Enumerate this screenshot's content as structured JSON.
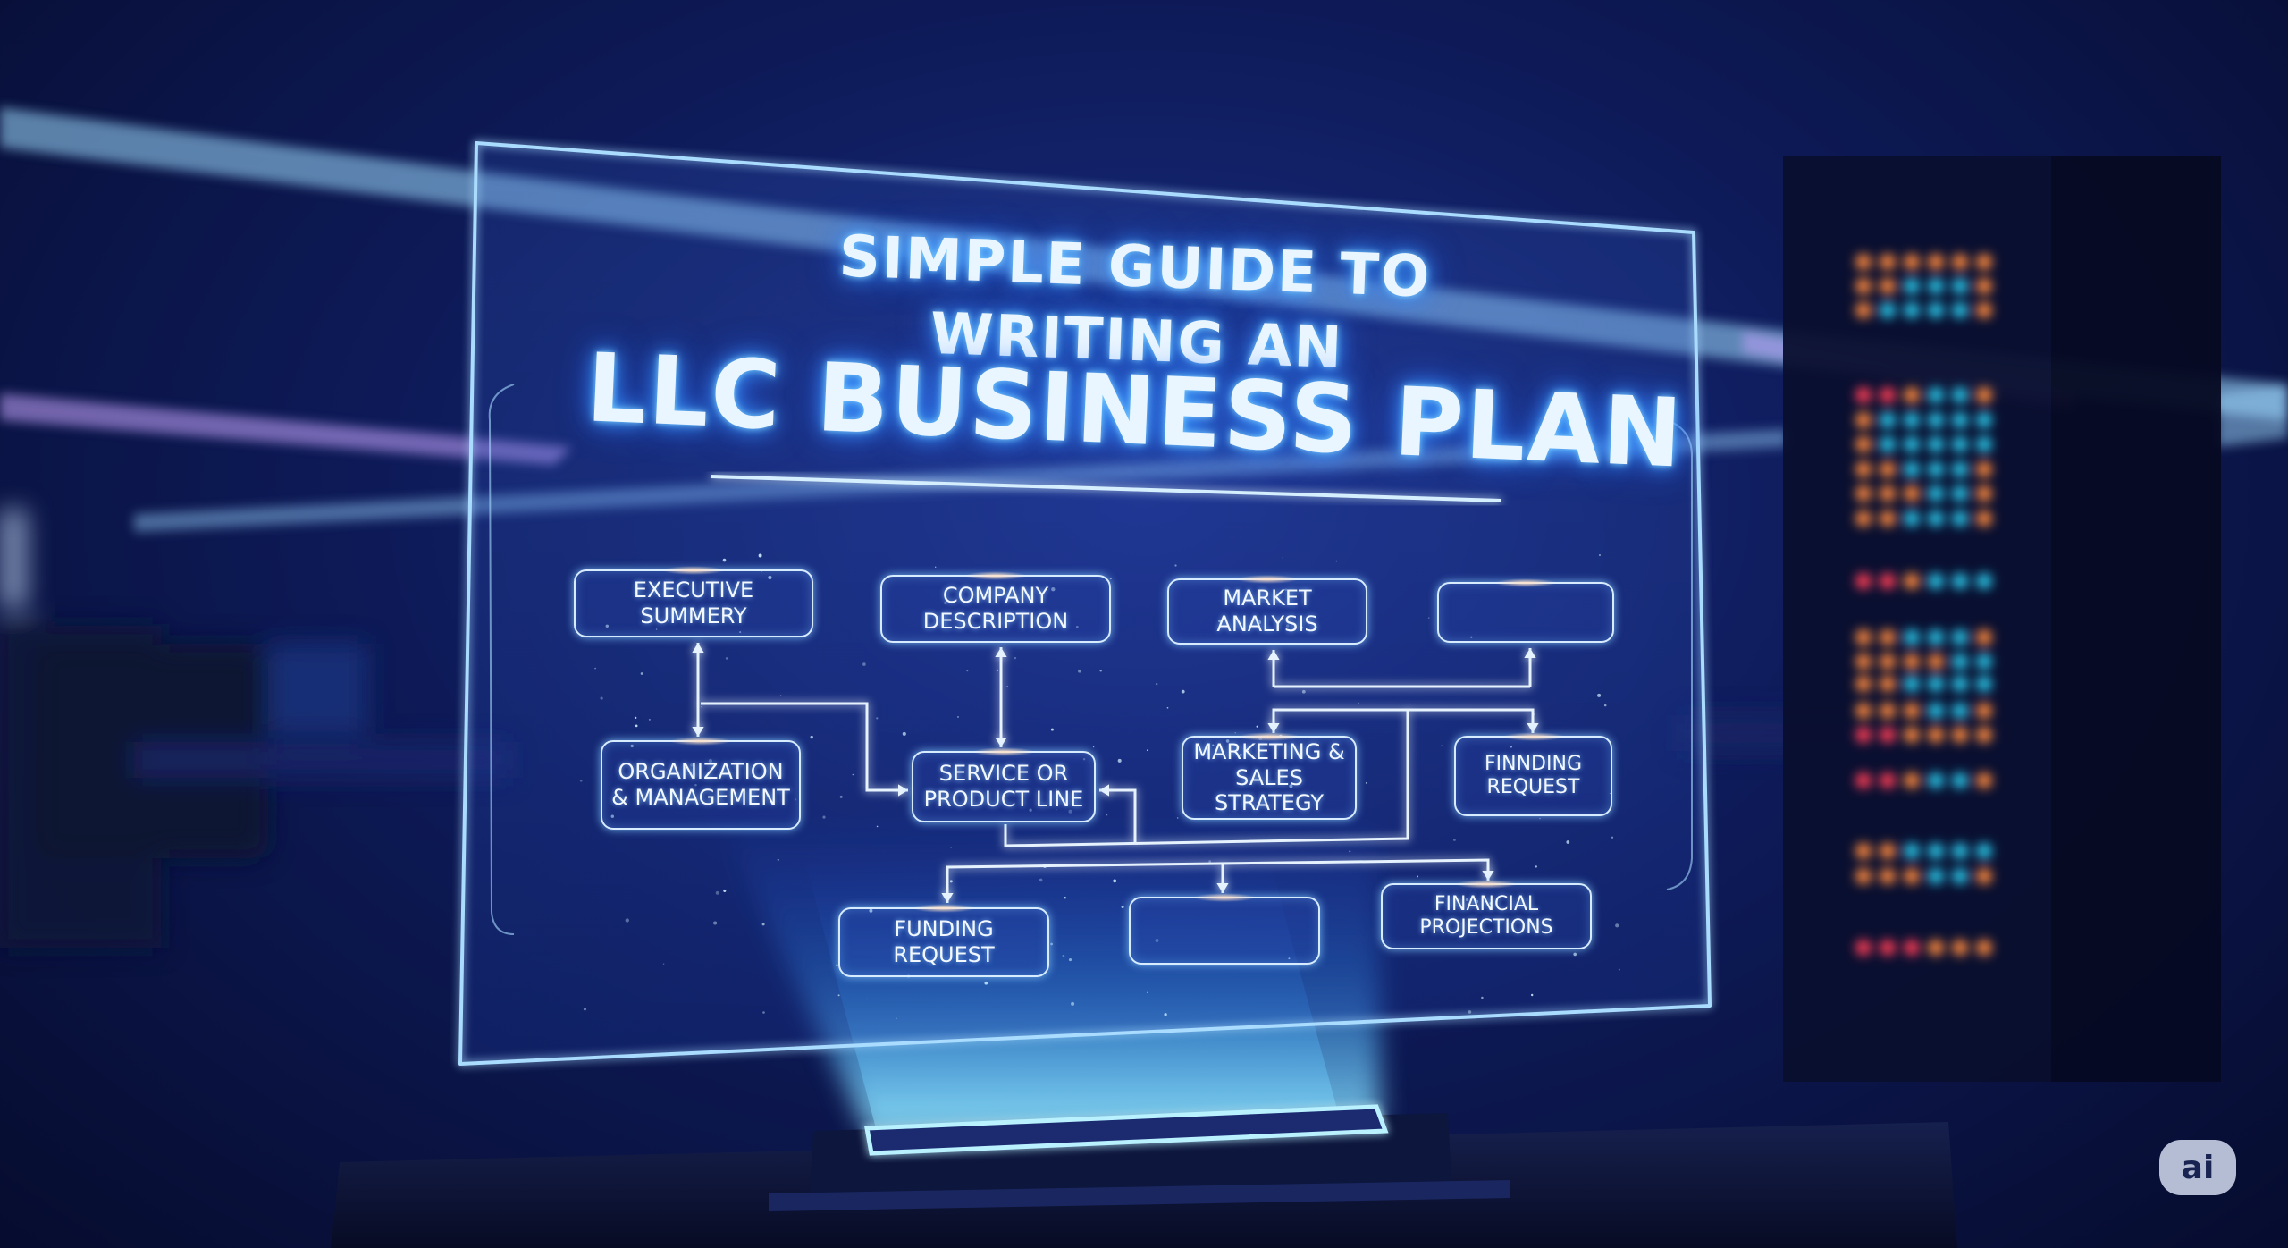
{
  "title": {
    "line1": "Simple Guide to",
    "line2": "Writing an",
    "line3": "LLC Business Plan"
  },
  "nodes": {
    "executive_summary": "EXECUTIVE SUMMERY",
    "company_description": "COMPANY DESCRIPTION",
    "market_analysis": "MARKET ANALYSIS",
    "blank_top_right": "",
    "organization_management": "ORGANIZATION\n& MANAGEMENT",
    "service_product_line": "SERVICE OR\nPRODUCT LINE",
    "marketing_sales": "MARKETING &\nSALES STRATEGY",
    "finnding_request": "FINNDING\nREQUEST",
    "funding_request": "FUNDING REQUEST",
    "blank_bottom_middle": "",
    "financial_projections": "FINANCIAL PROJECTIONS"
  },
  "badge": {
    "label": "ai"
  },
  "colors": {
    "background": "#0e1b5a",
    "glow": "#7fd0ff",
    "panel_border": "#a9dcff",
    "connector": "#e6f3ff",
    "accent_purple": "#c9a6ff",
    "server_orange": "#ff8a3c",
    "server_cyan": "#29c7e8",
    "server_red": "#ff3d55"
  }
}
